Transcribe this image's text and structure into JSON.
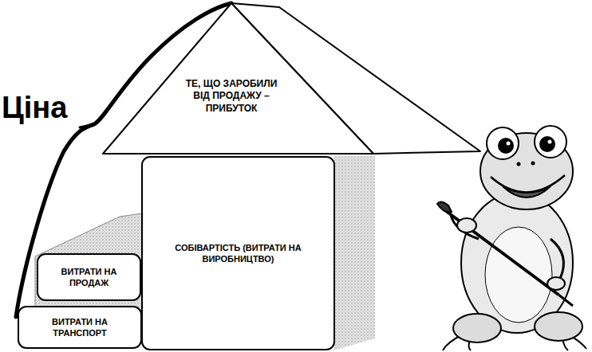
{
  "diagram": {
    "nodes": [
      {
        "text": [
          "ТЕ, ЩО ЗАРОБИЛИ ВІД ПРОДАЖУ – ПРИБУТОК"
        ]
      },
      {
        "text": [
          "СОБІВАРТІСТЬ (ВИТРАТИ НА ВИРОБНИЦТВО)"
        ]
      },
      {
        "text": [
          "ВИТРАТИ НА ПРОДАЖ"
        ]
      },
      {
        "text": [
          "ВИТРАТИ НА ТРАНСПОРТ"
        ]
      }
    ],
    "labels": [
      "Ціна"
    ]
  }
}
